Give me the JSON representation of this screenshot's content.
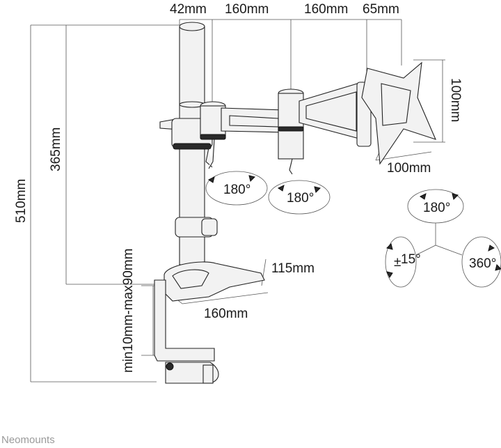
{
  "dimensions": {
    "top_42": "42mm",
    "top_160a": "160mm",
    "top_160b": "160mm",
    "top_65": "65mm",
    "vesa_h": "100mm",
    "vesa_w": "100mm",
    "height_510": "510mm",
    "height_365": "365mm",
    "clamp_range": "min10mm-max90mm",
    "base_115": "115mm",
    "base_160": "160mm"
  },
  "rotations": {
    "arm1": "180°",
    "arm2": "180°",
    "rotate": "180°",
    "tilt": "15°",
    "tilt_prefix": "±",
    "swivel": "360°"
  },
  "brand": "Neomounts",
  "colors": {
    "line": "#222222",
    "part_fill": "#f2f2f2",
    "brand_text": "#9a9a9a"
  }
}
